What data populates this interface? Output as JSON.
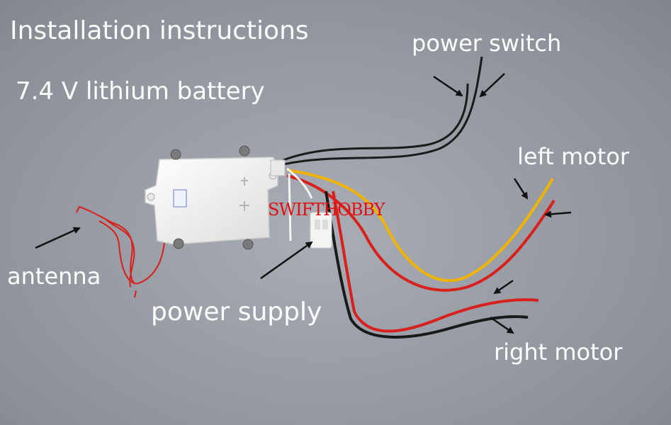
{
  "labels": {
    "title": "Installation instructions",
    "battery": "7.4 V lithium battery",
    "power_switch": "power switch",
    "left_motor": "left motor",
    "right_motor": "right motor",
    "antenna": "antenna",
    "power_supply": "power supply"
  },
  "watermark": "SWIFTHOBBY",
  "colors": {
    "background": "#989ca4",
    "text": "#ffffff",
    "watermark": "#e01010",
    "wire_red": "#d8201c",
    "wire_yellow": "#f0b400",
    "wire_black": "#1a1a1a",
    "module": "#f2f2f0",
    "arrow": "#111111"
  }
}
